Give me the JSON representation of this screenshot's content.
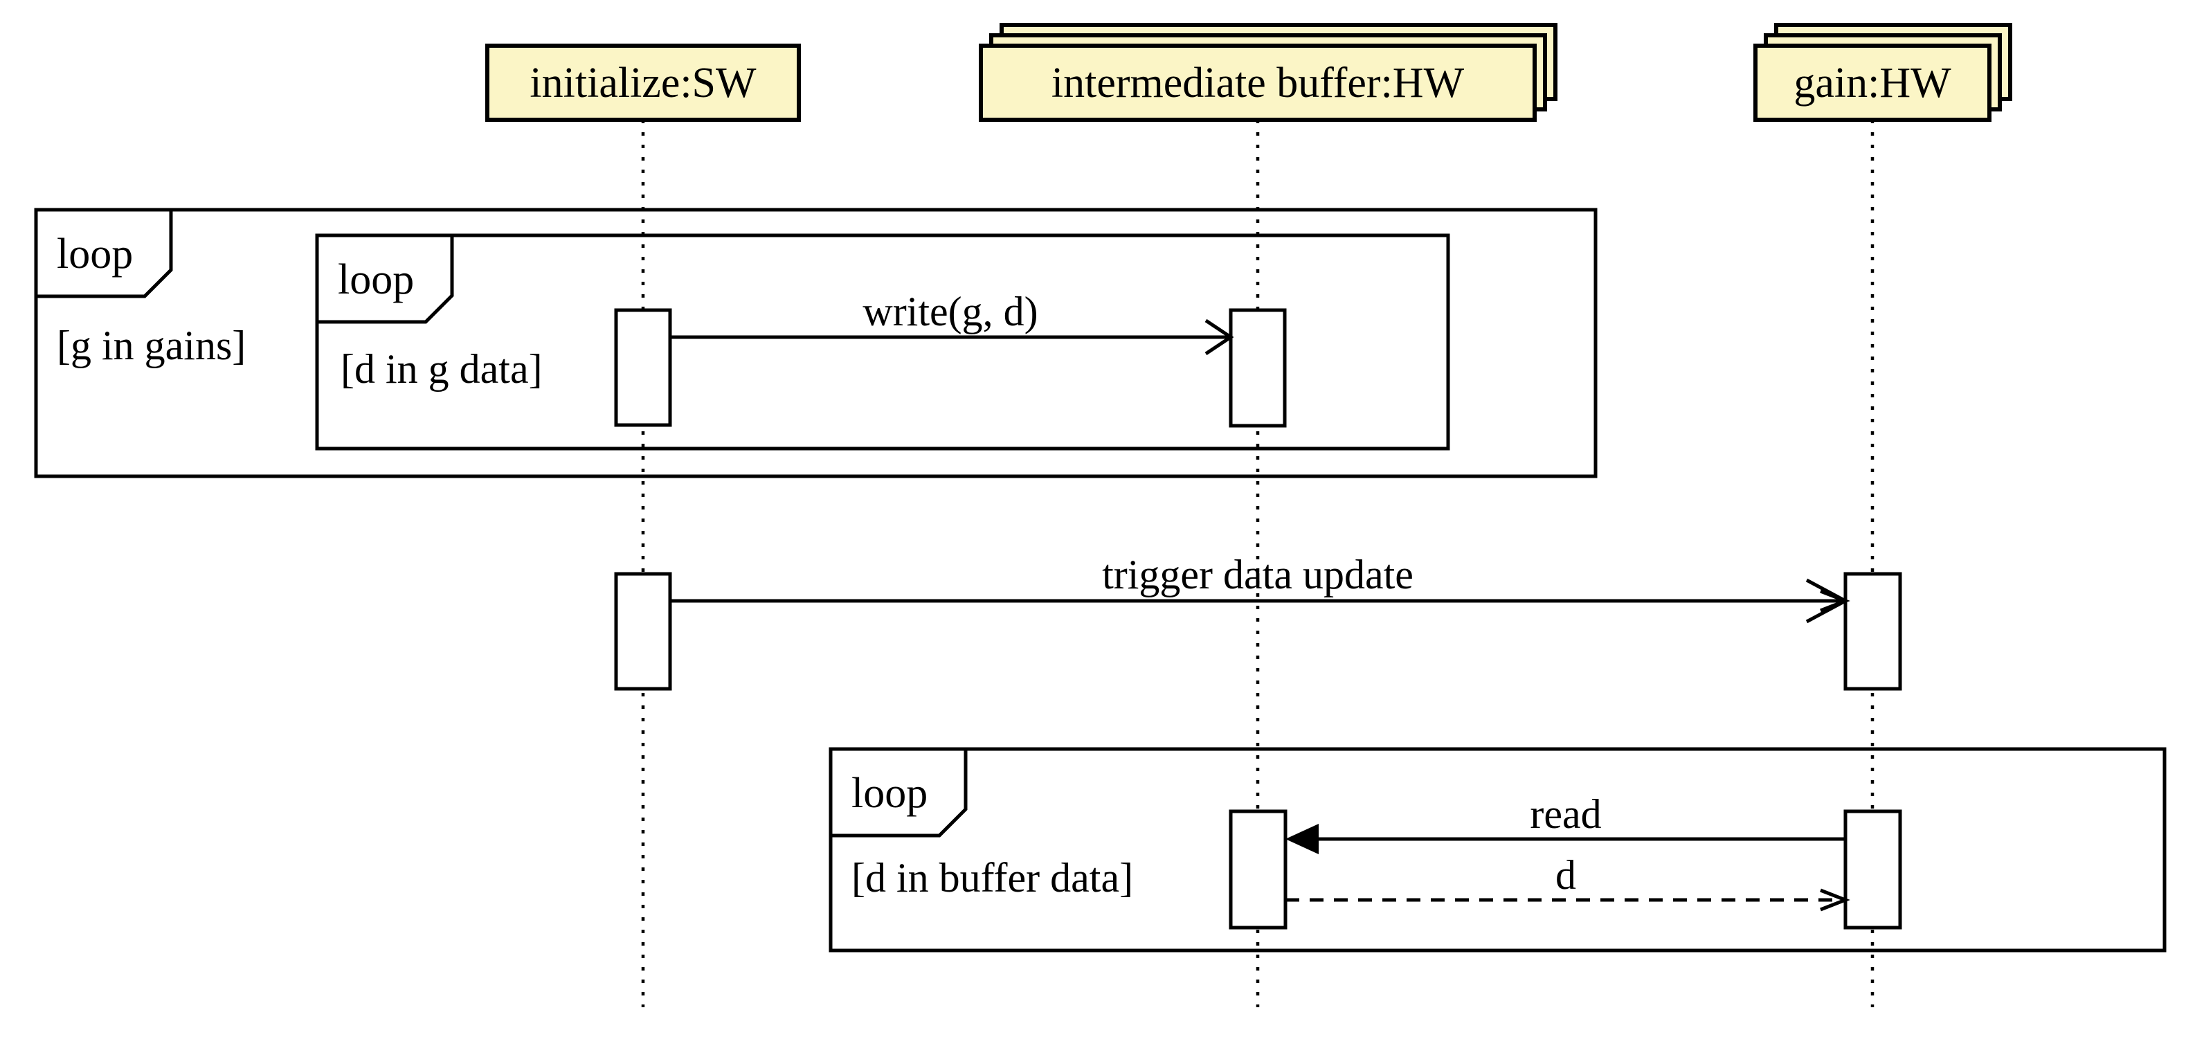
{
  "colors": {
    "background": "#ffffff",
    "stroke": "#000000",
    "participant_fill": "#fbf5c6"
  },
  "participants": [
    {
      "name": "initialize:SW",
      "multi": false
    },
    {
      "name": "intermediate buffer:HW",
      "multi": true
    },
    {
      "name": "gain:HW",
      "multi": true
    }
  ],
  "frames": [
    {
      "operator": "loop",
      "guard": "[g in gains]"
    },
    {
      "operator": "loop",
      "guard": "[d in g data]"
    },
    {
      "operator": "loop",
      "guard": "[d in buffer data]"
    }
  ],
  "messages": [
    {
      "label": "write(g, d)",
      "from": "initialize:SW",
      "to": "intermediate buffer:HW",
      "kind": "solid-open-arrow"
    },
    {
      "label": "trigger data update",
      "from": "initialize:SW",
      "to": "gain:HW",
      "kind": "solid-open-arrow"
    },
    {
      "label": "read",
      "from": "gain:HW",
      "to": "intermediate buffer:HW",
      "kind": "solid-filled-arrow"
    },
    {
      "label": "d",
      "from": "intermediate buffer:HW",
      "to": "gain:HW",
      "kind": "dashed-open-arrow"
    }
  ]
}
